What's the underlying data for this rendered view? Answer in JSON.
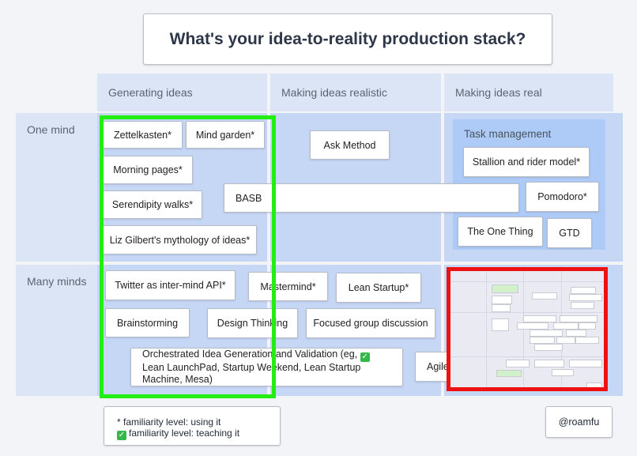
{
  "title": "What's your idea-to-reality production stack?",
  "columns": [
    "Generating ideas",
    "Making ideas realistic",
    "Making ideas real"
  ],
  "rows": [
    "One mind",
    "Many minds"
  ],
  "task_area_label": "Task management",
  "cards": {
    "zettelkasten": "Zettelkasten*",
    "mind_garden": "Mind garden*",
    "ask_method": "Ask Method",
    "morning_pages": "Morning pages*",
    "serendipity_walks": "Serendipity walks*",
    "basb": "BASB",
    "liz_gilbert": "Liz Gilbert's mythology of ideas*",
    "stallion_rider": "Stallion and rider model*",
    "pomodoro": "Pomodoro*",
    "the_one_thing": "The One Thing",
    "gtd": "GTD",
    "twitter": "Twitter as inter-mind API*",
    "mastermind": "Mastermind*",
    "lean_startup": "Lean Startup*",
    "brainstorming": "Brainstorming",
    "design_thinking": "Design Thinking",
    "focused_group": "Focused group discussion",
    "orchestrated_pre": "Orchestrated Idea Generation and Validation (eg,",
    "orchestrated_post": "Lean LaunchPad, Startup Weekend, Lean Startup Machine, Mesa)",
    "agile": "Agile"
  },
  "legend": {
    "line1": "* familiarity level: using it",
    "line2": "familiarity level: teaching it"
  },
  "author": "@roamfu",
  "check_icon": "checkmark-emoji-icon",
  "highlight_colors": {
    "green": "#22ee11",
    "red": "#ee1111"
  }
}
